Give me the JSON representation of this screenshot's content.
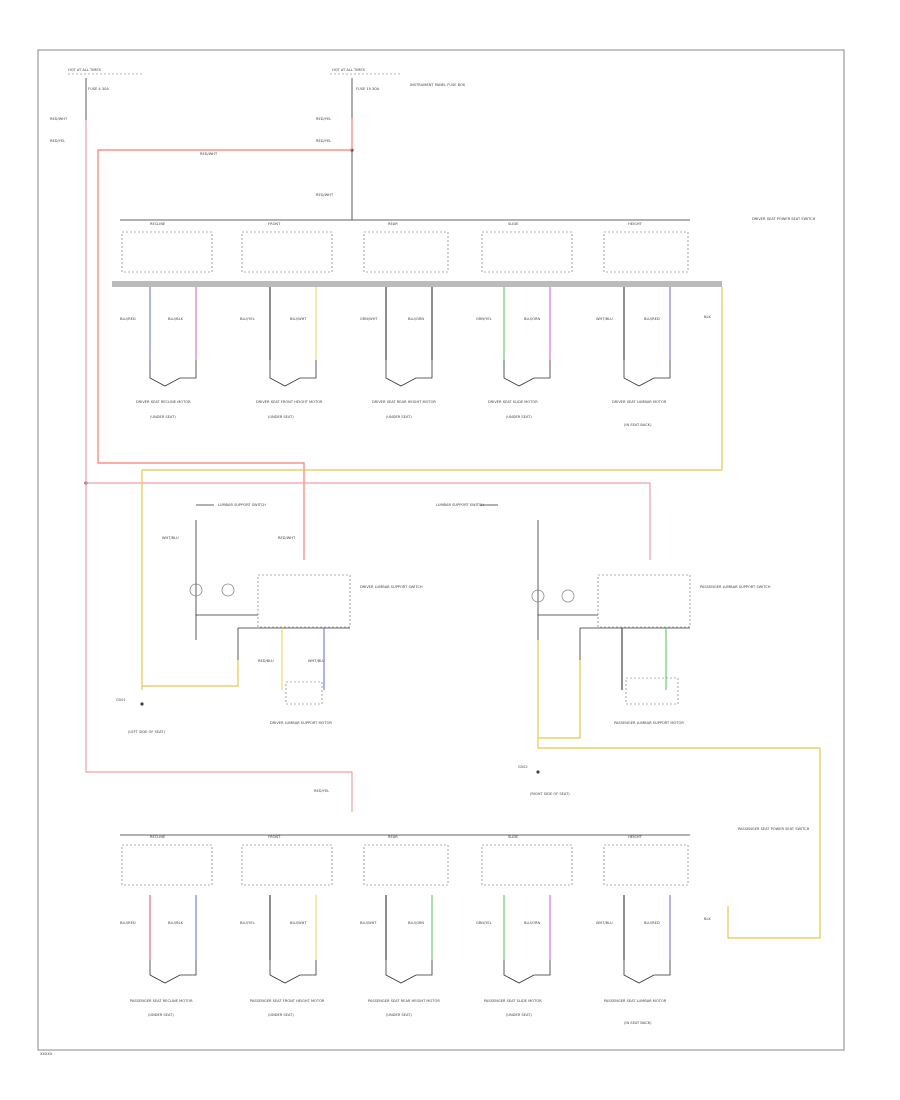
{
  "diagram_id": "XXXXX",
  "colors": {
    "wire_red": "#ff7a6a",
    "wire_pink": "#f0a0a8",
    "wire_tan": "#e6c84a",
    "wire_yellow": "#e8e070",
    "wire_blue": "#8080e0",
    "wire_green": "#6cd06c",
    "wire_magenta": "#e070e0",
    "wire_black": "#444444",
    "wire_gray": "#bbbbbb"
  },
  "power": {
    "label_left": "HOT AT ALL TIMES",
    "label_right": "HOT AT ALL TIMES",
    "fuse_left": "FUSE 4 30A",
    "fuse_right": "FUSE 15 30A",
    "fuse_note": "INSTRUMENT PANEL FUSE BOX",
    "wire_left": "RED/WHT",
    "wire_left2": "RED/YEL",
    "wire_right": "RED/YEL",
    "wire_right2": "RED/YEL",
    "splice_top": "RED/WHT",
    "splice_mid": "RED/WHT"
  },
  "top_section": {
    "switch_label": "DRIVER SEAT POWER SEAT SWITCH",
    "tabs": [
      "RECLINE",
      "FRONT",
      "REAR",
      "SLIDE",
      "HEIGHT"
    ],
    "ground_label": "BLK",
    "motors": [
      {
        "label": "DRIVER SEAT RECLINE MOTOR",
        "sub": "(UNDER SEAT)",
        "w1": "BLU/RED",
        "w2": "BLU/BLK"
      },
      {
        "label": "DRIVER SEAT FRONT HEIGHT MOTOR",
        "sub": "(UNDER SEAT)",
        "w1": "BLU/YEL",
        "w2": "BLU/WHT"
      },
      {
        "label": "DRIVER SEAT REAR HEIGHT MOTOR",
        "sub": "(UNDER SEAT)",
        "w1": "GRN/WHT",
        "w2": "BLU/GRN"
      },
      {
        "label": "DRIVER SEAT SLIDE MOTOR",
        "sub": "(UNDER SEAT)",
        "w1": "GRN/YEL",
        "w2": "BLU/ORN"
      },
      {
        "label": "DRIVER SEAT LUMBAR MOTOR",
        "sub": "(IN SEAT BACK)",
        "w1": "WHT/BLU",
        "w2": "BLU/RED"
      }
    ]
  },
  "middle_section": {
    "left_indicator": "LUMBAR SUPPORT SWITCH",
    "right_indicator": "LUMBAR SUPPORT SWITCH",
    "left_switch": "DRIVER LUMBAR SUPPORT SWITCH",
    "right_switch": "PASSENGER LUMBAR SUPPORT SWITCH",
    "left_motor": "DRIVER LUMBAR SUPPORT MOTOR",
    "right_motor": "PASSENGER LUMBAR SUPPORT MOTOR",
    "left_ground": "G501",
    "right_ground": "G502",
    "left_ground_note": "(LEFT SIDE OF SEAT)",
    "right_ground_note": "(RIGHT SIDE OF SEAT)",
    "wire_a": "WHT/BLU",
    "wire_b": "RED/WHT",
    "wire_c": "RED/BLU",
    "wire_d": "WHT/BLU"
  },
  "bottom_section": {
    "switch_label": "PASSENGER SEAT POWER SEAT SWITCH",
    "tabs": [
      "RECLINE",
      "FRONT",
      "REAR",
      "SLIDE",
      "HEIGHT"
    ],
    "ground_label": "BLK",
    "splice": "RED/YEL",
    "motors": [
      {
        "label": "PASSENGER SEAT RECLINE MOTOR",
        "sub": "(UNDER SEAT)",
        "w1": "BLU/RED",
        "w2": "BLU/BLK"
      },
      {
        "label": "PASSENGER SEAT FRONT HEIGHT MOTOR",
        "sub": "(UNDER SEAT)",
        "w1": "BLU/YEL",
        "w2": "BLU/WHT"
      },
      {
        "label": "PASSENGER SEAT REAR HEIGHT MOTOR",
        "sub": "(UNDER SEAT)",
        "w1": "BLU/WHT",
        "w2": "BLU/GRN"
      },
      {
        "label": "PASSENGER SEAT SLIDE MOTOR",
        "sub": "(UNDER SEAT)",
        "w1": "GRN/YEL",
        "w2": "BLU/ORN"
      },
      {
        "label": "PASSENGER SEAT LUMBAR MOTOR",
        "sub": "(IN SEAT BACK)",
        "w1": "WHT/BLU",
        "w2": "BLU/RED"
      }
    ]
  }
}
